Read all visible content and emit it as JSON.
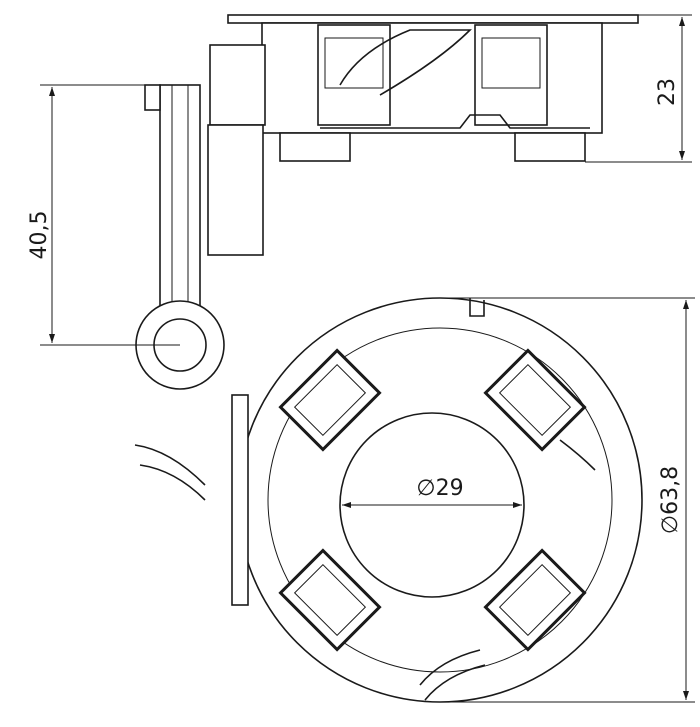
{
  "dimensions": {
    "height_side": "23",
    "lug_length": "40,5",
    "inner_diameter": "∅29",
    "outer_diameter": "∅63,8"
  }
}
